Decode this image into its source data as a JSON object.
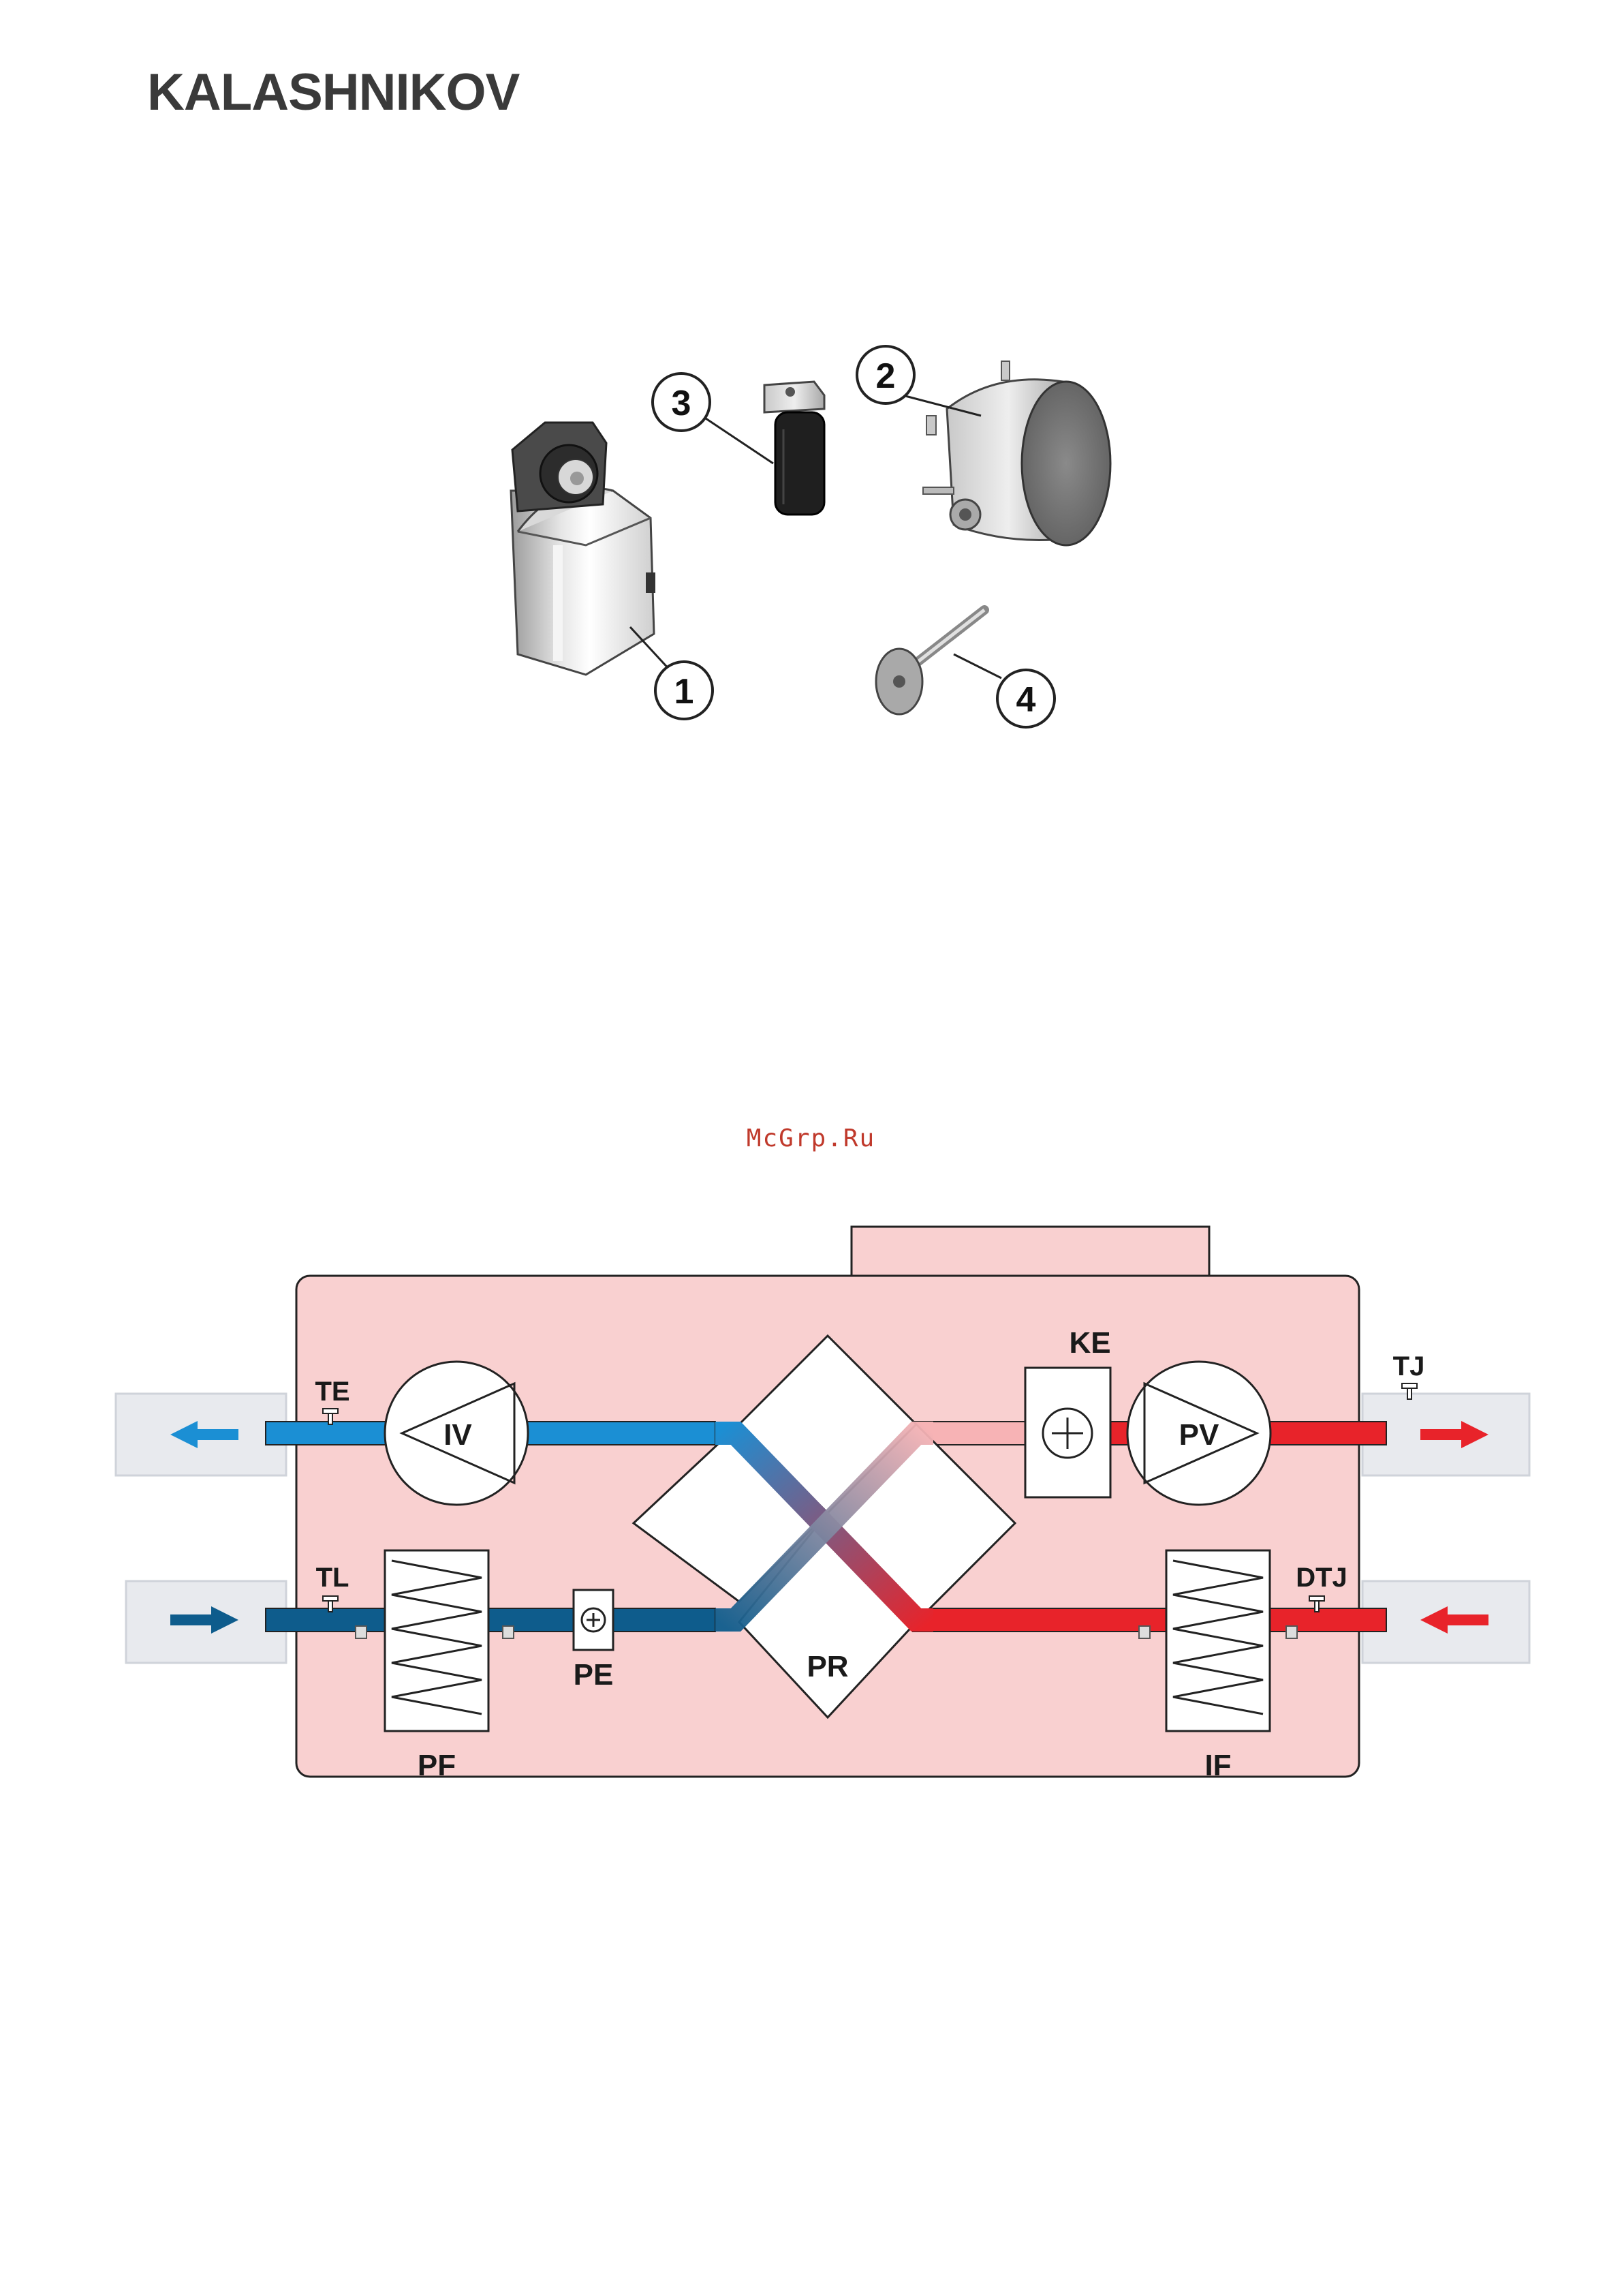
{
  "header": {
    "brand": "KALASHNIKOV"
  },
  "parts": {
    "callouts": [
      "1",
      "2",
      "3",
      "4"
    ]
  },
  "watermark": "McGrp.Ru",
  "diagram": {
    "labels": {
      "TE": "TE",
      "IV": "IV",
      "KE": "KE",
      "PV": "PV",
      "TJ": "TJ",
      "TL": "TL",
      "PF": "PF",
      "PE": "PE",
      "PR": "PR",
      "DTJ": "DTJ",
      "IF": "IF"
    },
    "colors": {
      "housing": "#f9d0d0",
      "housing_stroke": "#222222",
      "cold_light": "#1b8fd4",
      "cold_dark": "#0e5c8c",
      "hot": "#e8232a",
      "hot_light": "#f7b3b5",
      "duct": "#e8eaee"
    }
  }
}
